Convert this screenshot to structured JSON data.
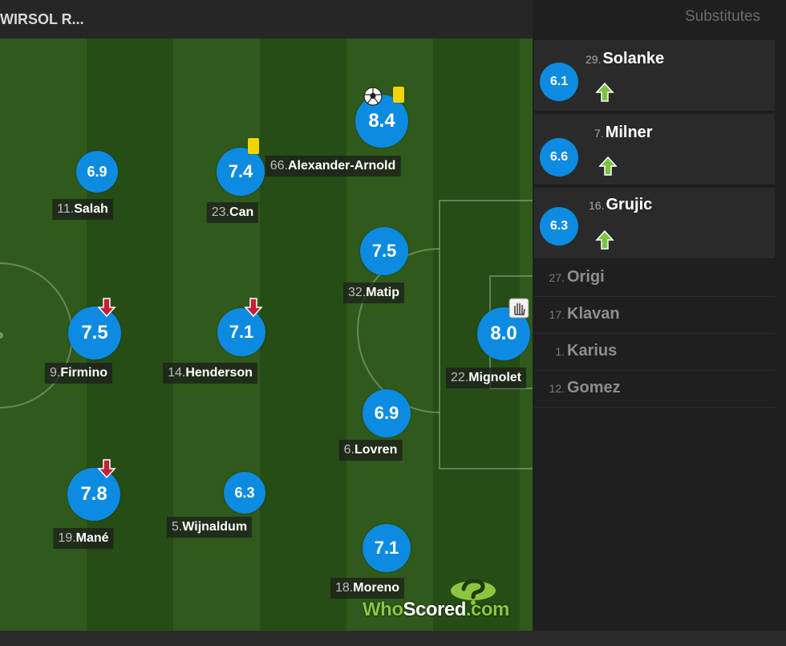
{
  "team": {
    "title": "WIRSOL R..."
  },
  "substitutes": {
    "title": "Substitutes",
    "used": [
      {
        "number": "29.",
        "name": "Solanke",
        "rating": "6.1"
      },
      {
        "number": "7.",
        "name": "Milner",
        "rating": "6.6"
      },
      {
        "number": "16.",
        "name": "Grujic",
        "rating": "6.3"
      }
    ],
    "unused": [
      {
        "number": "27.",
        "name": "Origi"
      },
      {
        "number": "17.",
        "name": "Klavan"
      },
      {
        "number": "1.",
        "name": "Karius"
      },
      {
        "number": "12.",
        "name": "Gomez"
      }
    ]
  },
  "players": [
    {
      "key": "salah",
      "number": "11.",
      "name": "Salah",
      "rating": "6.9"
    },
    {
      "key": "can",
      "number": "23.",
      "name": "Can",
      "rating": "7.4",
      "events": [
        "yellow-card"
      ]
    },
    {
      "key": "alexander-arnold",
      "number": "66.",
      "name": "Alexander-Arnold",
      "rating": "8.4",
      "events": [
        "goal",
        "yellow-card"
      ]
    },
    {
      "key": "matip",
      "number": "32.",
      "name": "Matip",
      "rating": "7.5"
    },
    {
      "key": "firmino",
      "number": "9.",
      "name": "Firmino",
      "rating": "7.5",
      "events": [
        "subbed-off"
      ]
    },
    {
      "key": "henderson",
      "number": "14.",
      "name": "Henderson",
      "rating": "7.1",
      "events": [
        "subbed-off"
      ]
    },
    {
      "key": "mignolet",
      "number": "22.",
      "name": "Mignolet",
      "rating": "8.0",
      "events": [
        "save"
      ]
    },
    {
      "key": "lovren",
      "number": "6.",
      "name": "Lovren",
      "rating": "6.9"
    },
    {
      "key": "mane",
      "number": "19.",
      "name": "Mané",
      "rating": "7.8",
      "events": [
        "subbed-off"
      ]
    },
    {
      "key": "wijnaldum",
      "number": "5.",
      "name": "Wijnaldum",
      "rating": "6.3"
    },
    {
      "key": "moreno",
      "number": "18.",
      "name": "Moreno",
      "rating": "7.1"
    }
  ],
  "brand": {
    "logo_text_who": "Who",
    "logo_text_scored": "Scored",
    "logo_text_com": ".com"
  },
  "colors": {
    "rating_bubble": "#0d8be0",
    "pitch_light": "#2f5a1c",
    "pitch_dark": "#264d16",
    "yellow_card": "#f2d500",
    "sub_off_arrow": "#c4203a",
    "sub_on_arrow": "#7dc243",
    "logo_green": "#8cc63f"
  }
}
